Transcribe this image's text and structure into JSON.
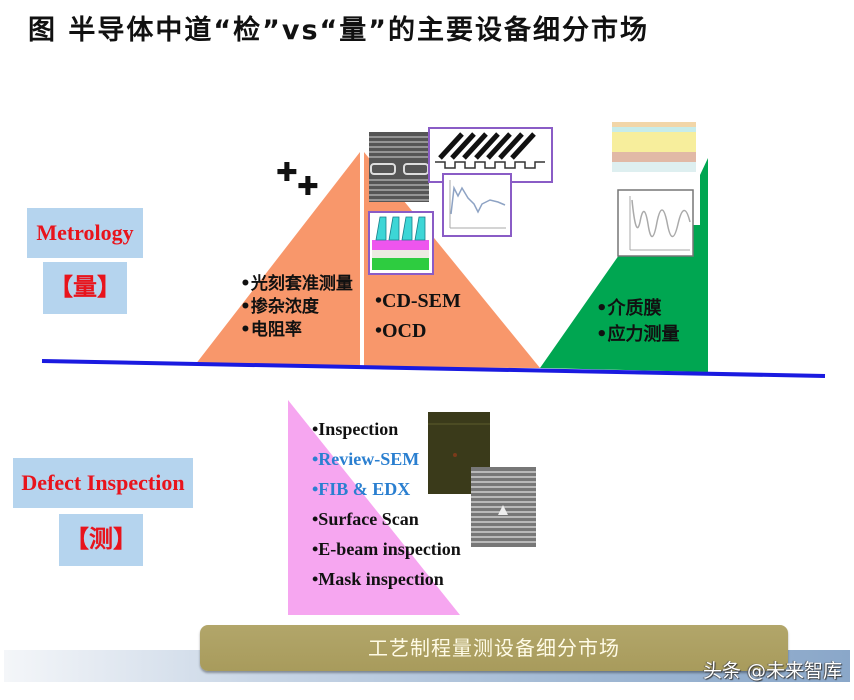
{
  "title": "图  半导体中道“检”vs“量”的主要设备细分市场",
  "metrology": {
    "label_en": "Metrology",
    "label_zh": "【量】",
    "groups": [
      {
        "name": "lithography-group",
        "color": "#f8976b",
        "items": [
          "•光刻套准测量",
          "•掺杂浓度",
          "•电阻率"
        ]
      },
      {
        "name": "cd-group",
        "color": "#f8976b",
        "items": [
          "•CD-SEM",
          "•OCD"
        ]
      },
      {
        "name": "film-group",
        "color": "#00a651",
        "items": [
          "•介质膜",
          "•应力测量"
        ]
      }
    ]
  },
  "defect": {
    "label_en": "Defect Inspection",
    "label_zh": "【测】",
    "color": "#f6a6f0",
    "items": [
      {
        "text": "•Inspection",
        "color": "#111111"
      },
      {
        "text": "•Review-SEM",
        "color": "#2a7fd0"
      },
      {
        "text": "•FIB & EDX",
        "color": "#2a7fd0"
      },
      {
        "text": "•Surface Scan",
        "color": "#111111"
      },
      {
        "text": "•E-beam inspection",
        "color": "#111111"
      },
      {
        "text": "•Mask inspection",
        "color": "#111111"
      }
    ]
  },
  "baseline_color": "#1a1ae0",
  "footer": {
    "label": "工艺制程量测设备细分市场",
    "watermark": "头条 @未来智库"
  },
  "icons": {
    "sparkle_cross": "✚"
  }
}
